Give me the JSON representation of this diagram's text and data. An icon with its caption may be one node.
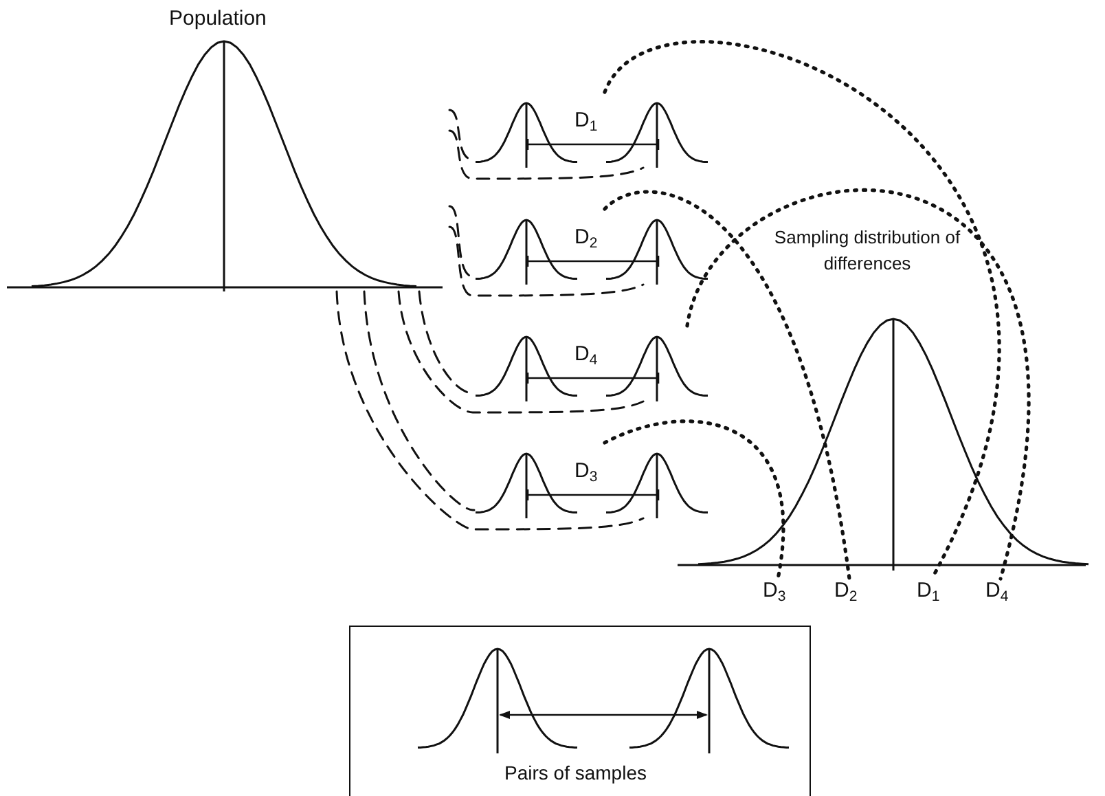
{
  "diagram": {
    "nodes": [
      {
        "text": [
          "Population"
        ]
      },
      {
        "text": [
          "D$_{1}$"
        ]
      },
      {
        "text": [],
        "shape": "curve",
        "in": 1
      },
      {
        "text": [],
        "shape": "curve",
        "in": 1
      },
      {
        "text": [
          "D$_{2}$"
        ]
      },
      {
        "text": [],
        "shape": "curve",
        "in": 4
      },
      {
        "text": [],
        "shape": "curve",
        "in": 4
      },
      {
        "text": [
          "D$_{4}$"
        ]
      },
      {
        "text": [],
        "shape": "curve",
        "in": 7
      },
      {
        "text": [],
        "shape": "curve",
        "in": 7
      },
      {
        "text": [
          "D$_{3}$"
        ]
      },
      {
        "text": [],
        "shape": "curve",
        "in": 10
      },
      {
        "text": [],
        "shape": "curve",
        "in": 10
      },
      {
        "text": [
          "Sampling distribution of differences"
        ]
      },
      {
        "text": [
          "D$_{3}$"
        ]
      },
      {
        "text": [
          "D$_{2}$"
        ]
      },
      {
        "text": [
          "D$_{1}$"
        ]
      },
      {
        "text": [
          "D$_{4}$"
        ]
      },
      {
        "text": [
          "Pairs of samples"
        ]
      }
    ],
    "edges": [
      {
        "from": 0,
        "to": 2,
        "arrow": "none",
        "style": "dashed"
      },
      {
        "from": 0,
        "to": 3,
        "arrow": "none",
        "style": "dashed"
      },
      {
        "from": 0,
        "to": 5,
        "arrow": "none",
        "style": "dashed"
      },
      {
        "from": 0,
        "to": 6,
        "arrow": "none",
        "style": "dashed"
      },
      {
        "from": 0,
        "to": 8,
        "arrow": "none",
        "style": "dashed"
      },
      {
        "from": 0,
        "to": 9,
        "arrow": "none",
        "style": "dashed"
      },
      {
        "from": 0,
        "to": 11,
        "arrow": "none",
        "style": "dashed"
      },
      {
        "from": 0,
        "to": 12,
        "arrow": "none",
        "style": "dashed"
      },
      {
        "from": 1,
        "to": 16,
        "arrow": "none",
        "style": "dashed"
      },
      {
        "from": 4,
        "to": 15,
        "arrow": "none",
        "style": "dashed"
      },
      {
        "from": 7,
        "to": 17,
        "arrow": "none",
        "style": "dashed"
      },
      {
        "from": 10,
        "to": 14,
        "arrow": "none",
        "style": "dashed"
      }
    ]
  }
}
